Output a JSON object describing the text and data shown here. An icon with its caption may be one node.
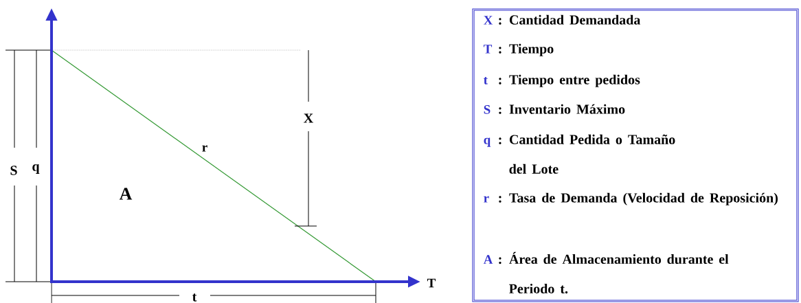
{
  "diagram": {
    "nodes": [
      {
        "text": [],
        "shape": "box"
      },
      {
        "text": [
          "X",
          ": Cantidad Demandada"
        ],
        "in": 0
      },
      {
        "text": [
          "T",
          ": Tiempo"
        ],
        "in": 0
      },
      {
        "text": [
          "t",
          ": Tiempo entre pedidos"
        ],
        "in": 0
      },
      {
        "text": [
          "S",
          ": Inventario Máximo"
        ],
        "in": 0
      },
      {
        "text": [
          "q",
          ": Cantidad Pedida o Tamaño del Lote"
        ],
        "in": 0
      },
      {
        "text": [
          "r",
          ": Tasa de Demanda (Velocidad de Reposición)"
        ],
        "in": 0
      },
      {
        "text": [
          "A",
          ": Área de Almacenamiento durante el Periodo t."
        ],
        "in": 0
      }
    ],
    "labels": [
      "X",
      "r",
      "S",
      "q",
      "A",
      "T",
      "t"
    ]
  }
}
